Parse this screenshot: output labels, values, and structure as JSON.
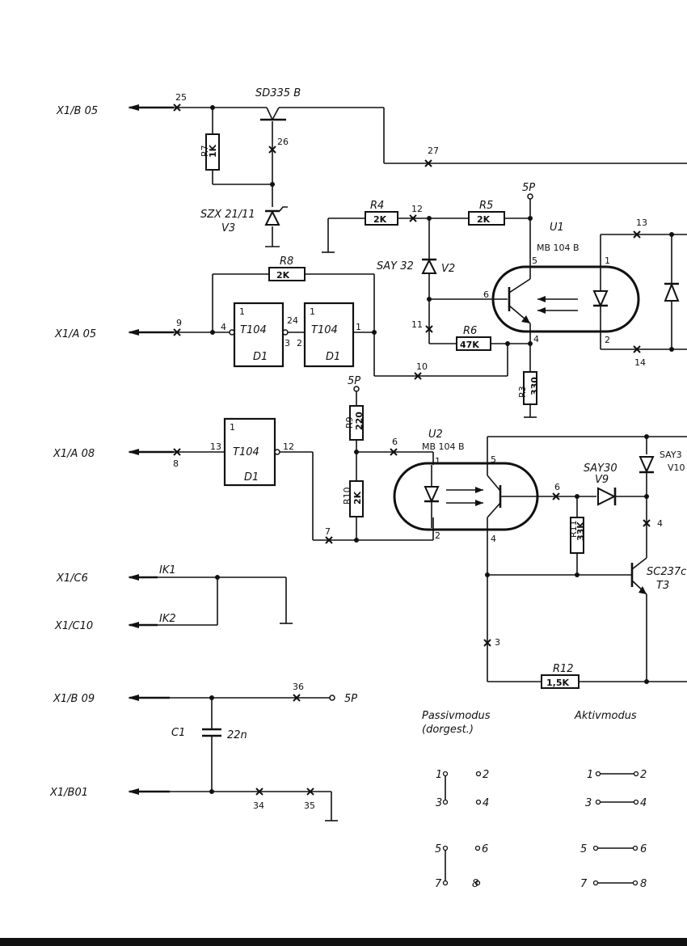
{
  "connectors": {
    "b05": "X1/B 05",
    "a05": "X1/A 05",
    "a08": "X1/A 08",
    "c6": "X1/C6",
    "c10": "X1/C10",
    "b09": "X1/B 09",
    "b01": "X1/B01"
  },
  "components": {
    "transistor_top": "SD335 B",
    "zener_v3_type": "SZX 21/11",
    "zener_v3": "V3",
    "r7": "R7",
    "r7_val": "1K",
    "r4": "R4",
    "r4_val": "2K",
    "r5": "R5",
    "r5_val": "2K",
    "r8": "R8",
    "r8_val": "2K",
    "r6": "R6",
    "r6_val": "47K",
    "r3": "R3",
    "r3_val": "330",
    "r9": "R9",
    "r9_val": "220",
    "r10": "R10",
    "r10_val": "2K",
    "r11": "R11",
    "r11_val": "33K",
    "r12": "R12",
    "r12_val": "1,5K",
    "v2_type": "SAY 32",
    "v2": "V2",
    "v9_type": "SAY30",
    "v9": "V9",
    "v10_type": "SAY3",
    "v10": "V10",
    "t3_type": "SC237c",
    "t3": "T3",
    "u1": "U1",
    "u1_type": "MB 104 B",
    "u2": "U2",
    "u2_type": "MB 104 B",
    "d1_chip": "T104",
    "d1": "D1",
    "c1": "C1",
    "c1_val": "22n",
    "ik1": "IK1",
    "ik2": "IK2",
    "supply": "5P"
  },
  "pins": {
    "p1": "1",
    "p2": "2",
    "p3": "3",
    "p4": "4",
    "p5": "5",
    "p6": "6",
    "p12": "12",
    "p13": "13",
    "p24": "24"
  },
  "testpoints": {
    "t3": "3",
    "t6": "6",
    "t7": "7",
    "t8": "8",
    "t9": "9",
    "t10": "10",
    "t11": "11",
    "t12": "12",
    "t13": "13",
    "t14": "14",
    "t25": "25",
    "t26": "26",
    "t27": "27",
    "t34": "34",
    "t35": "35",
    "t36": "36"
  },
  "modes": {
    "passive": "Passivmodus",
    "passive_note": "(dorgest.)",
    "active": "Aktivmodus",
    "n1": "1",
    "n2": "2",
    "n3": "3",
    "n4": "4",
    "n5": "5",
    "n6": "6",
    "n7": "7",
    "n8": "8"
  }
}
